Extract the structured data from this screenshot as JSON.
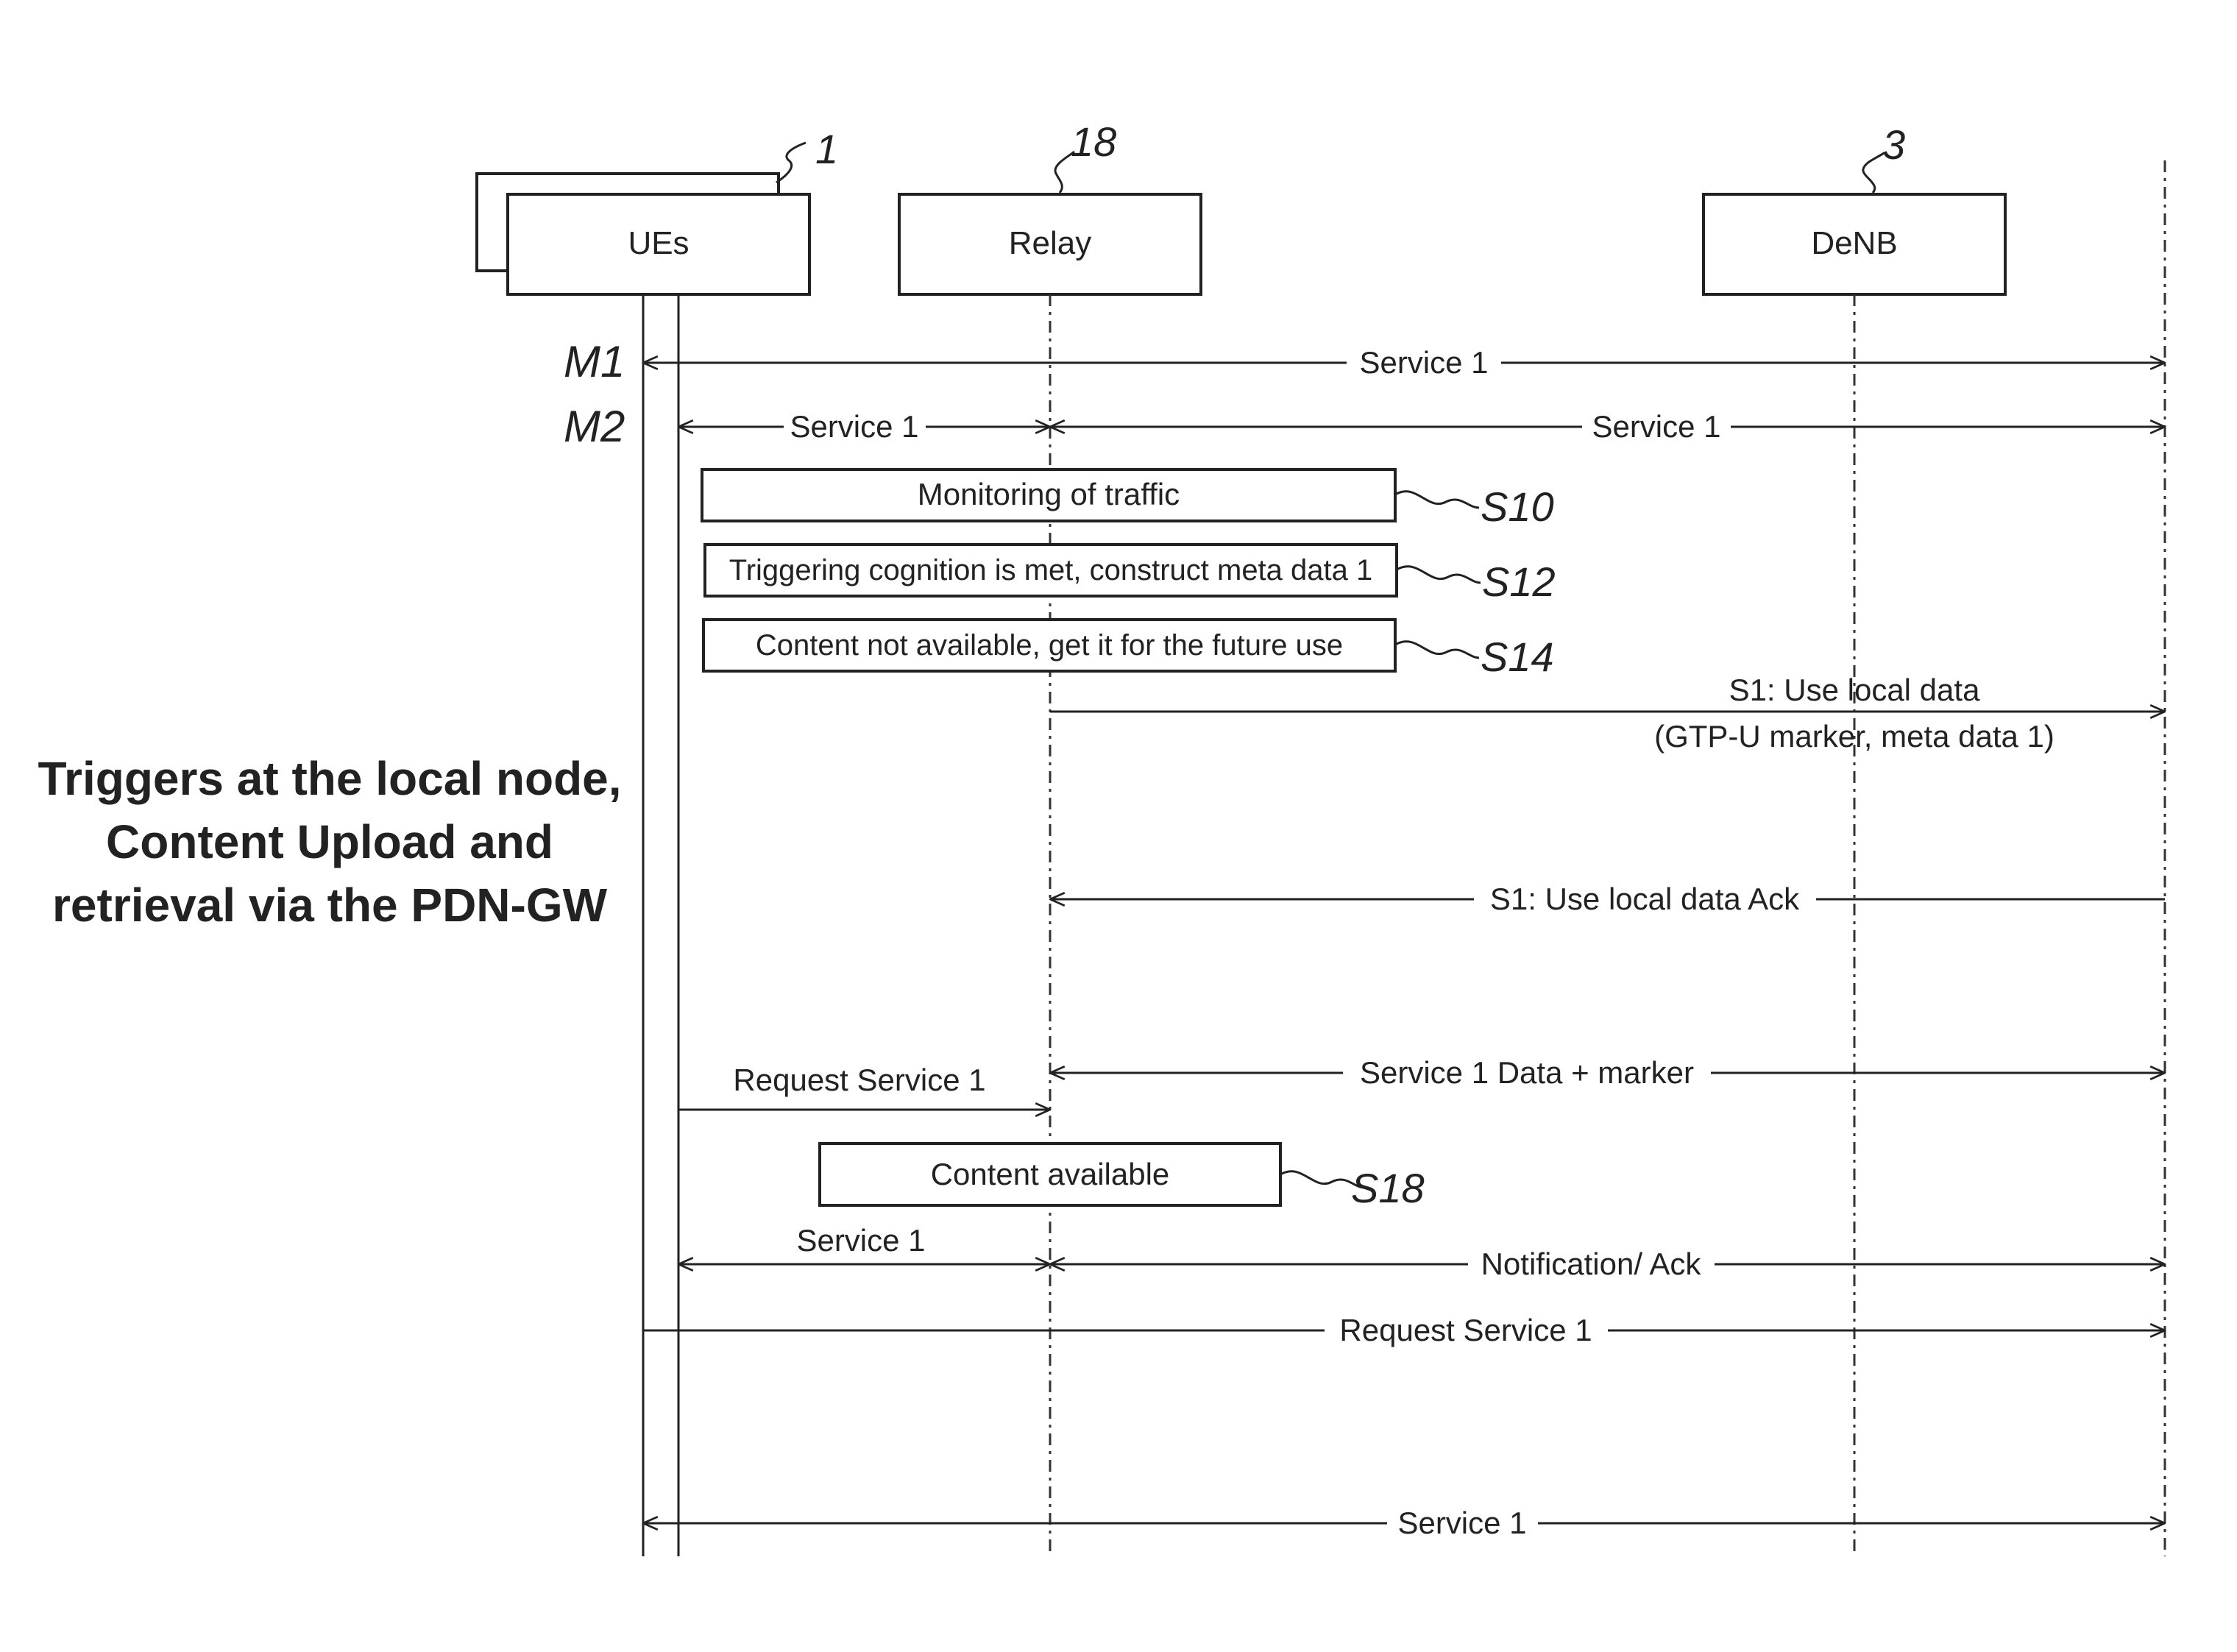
{
  "nodes": {
    "ues": {
      "label": "UEs",
      "ref": "1"
    },
    "relay": {
      "label": "Relay",
      "ref": "18"
    },
    "denb": {
      "label": "DeNB",
      "ref": "3"
    }
  },
  "message_tags": {
    "m1": "M1",
    "m2": "M2"
  },
  "messages": {
    "m1_service": "Service 1",
    "m2_service_ue": "Service 1",
    "m2_service_net": "Service 1",
    "s1_use_local": "S1: Use local data",
    "s1_use_local_sub": "(GTP-U marker, meta data 1)",
    "s1_ack": "S1: Use local data Ack",
    "request_service_ue": "Request Service 1",
    "service_data_marker": "Service 1 Data + marker",
    "service_ue_2": "Service 1",
    "notification_ack": "Notification/ Ack",
    "request_service_net": "Request Service 1",
    "service_final": "Service 1"
  },
  "steps": {
    "s10": {
      "label": "Monitoring of traffic",
      "ref": "S10"
    },
    "s12": {
      "label": "Triggering cognition is met, construct meta data 1",
      "ref": "S12"
    },
    "s14": {
      "label": "Content not available, get it for the future use",
      "ref": "S14"
    },
    "s18": {
      "label": "Content available",
      "ref": "S18"
    }
  },
  "side_text": {
    "line1": "Triggers at the local node,",
    "line2": "Content Upload and",
    "line3": "retrieval via the PDN-GW"
  }
}
